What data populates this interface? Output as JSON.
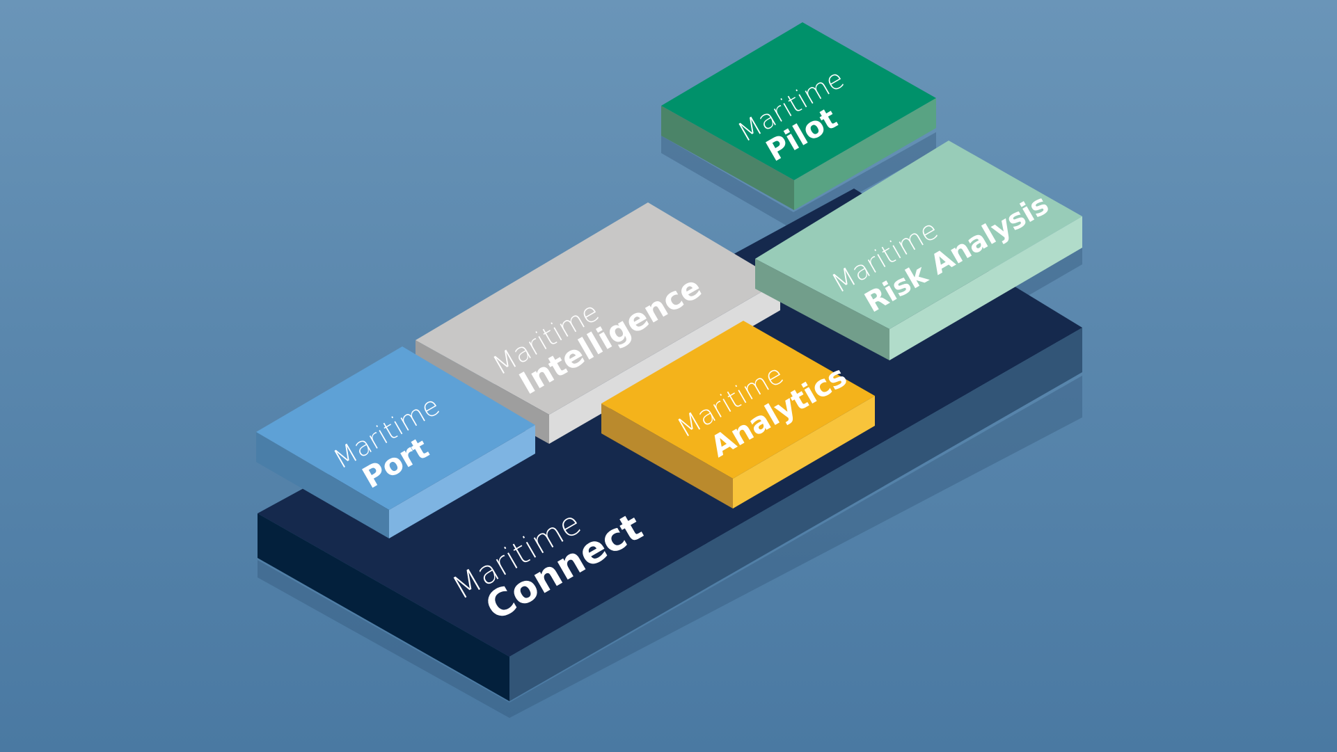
{
  "modules": [
    {
      "id": "connect",
      "line1": "Maritime",
      "line2": "Connect",
      "top": "#15294d",
      "left": "#03203c",
      "right": "#325577"
    },
    {
      "id": "port",
      "line1": "Maritime",
      "line2": "Port",
      "top": "#5ea1d6",
      "left": "#4a7ea8",
      "right": "#7eb4e2"
    },
    {
      "id": "intelligence",
      "line1": "Maritime",
      "line2": "Intelligence",
      "top": "#c8c7c6",
      "left": "#9e9e9e",
      "right": "#dcdcdc"
    },
    {
      "id": "analytics",
      "line1": "Maritime",
      "line2": "Analytics",
      "top": "#f4b31b",
      "left": "#ba8a2d",
      "right": "#f8c43b"
    },
    {
      "id": "pilot",
      "line1": "Maritime",
      "line2": "Pilot",
      "top": "#00916a",
      "left": "#4b8468",
      "right": "#59a383"
    },
    {
      "id": "risk",
      "line1": "Maritime",
      "line2": "Risk Analysis",
      "top": "#98ccb8",
      "left": "#729e8b",
      "right": "#b1dcca"
    }
  ]
}
